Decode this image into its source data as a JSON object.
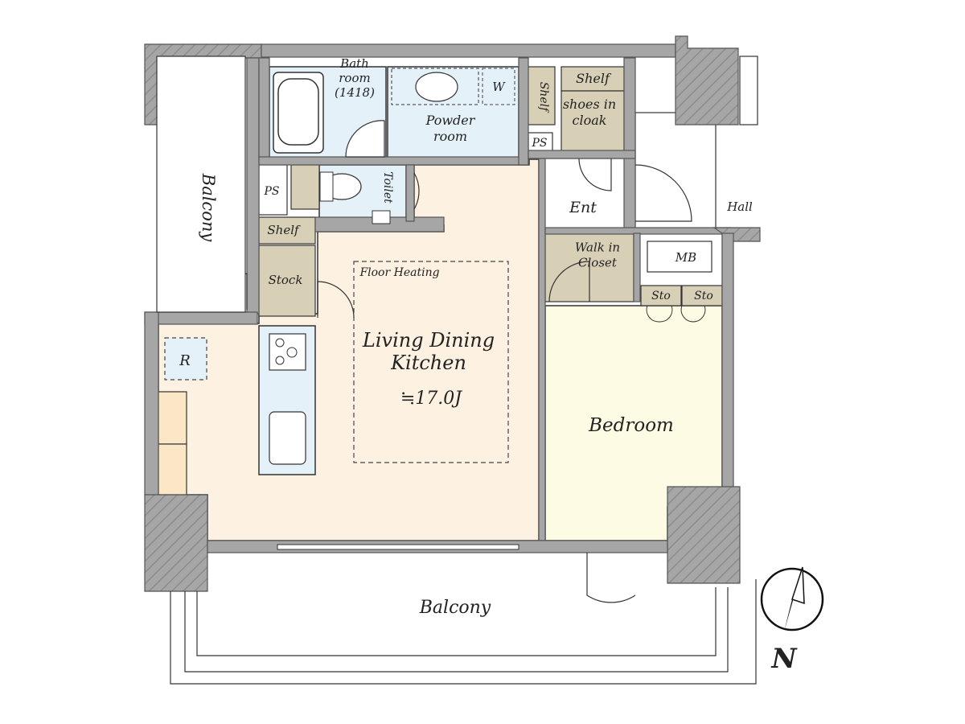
{
  "rooms": {
    "bathroom": "Bath\nroom\n(1418)",
    "powder_room": "Powder\nroom",
    "w": "W",
    "shelf_top_vertical": "Shelf",
    "shelf_top": "Shelf",
    "shoes_in_cloak": "shoes in\ncloak",
    "ps_top": "PS",
    "ps_left": "PS",
    "toilet": "Toilet",
    "ent": "Ent",
    "hall": "Hall",
    "shelf_left": "Shelf",
    "stock": "Stock",
    "walk_in_closet": "Walk in\nCloset",
    "mb": "MB",
    "sto_1": "Sto",
    "sto_2": "Sto",
    "floor_heating": "Floor Heating",
    "ldk": "Living Dining\nKitchen",
    "ldk_area": "≒17.0J",
    "r": "R",
    "bedroom": "Bedroom",
    "balcony_left": "Balcony",
    "balcony_bottom": "Balcony",
    "north": "N"
  },
  "colors": {
    "wall": "#a6a6a6",
    "ldk_floor": "#fdf2e2",
    "bedroom_floor": "#fdfbe3",
    "wet_area": "#e4f1f9",
    "storage": "#d8cfb7",
    "white": "#ffffff"
  }
}
